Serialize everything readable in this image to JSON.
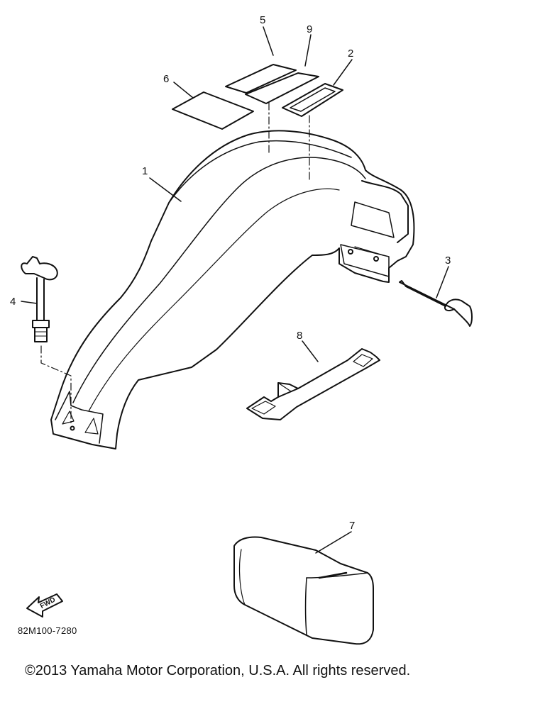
{
  "diagram": {
    "callouts": [
      "1",
      "2",
      "3",
      "4",
      "5",
      "6",
      "7",
      "8",
      "9"
    ],
    "direction_label": "FWD",
    "reference_code": "82M100-7280"
  },
  "footer": {
    "copyright": "©2013 Yamaha Motor Corporation, U.S.A. All rights reserved."
  }
}
